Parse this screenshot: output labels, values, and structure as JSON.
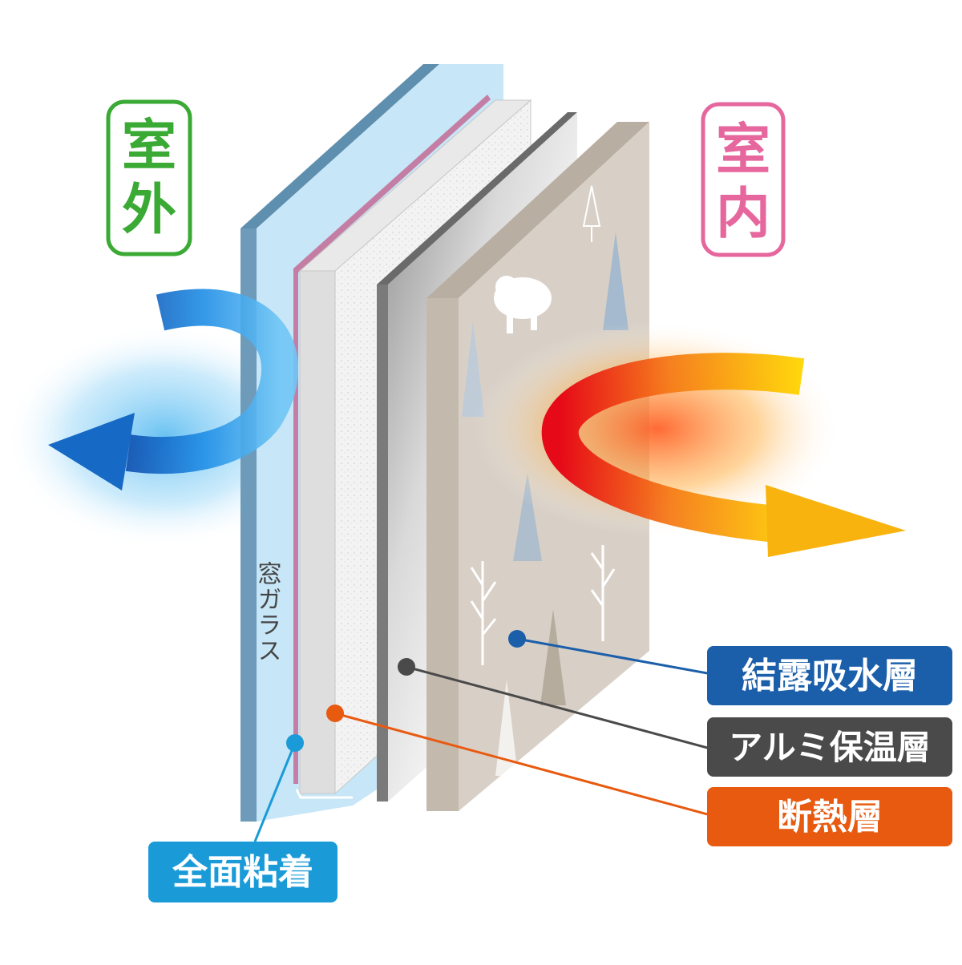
{
  "outdoor_label": "室外",
  "indoor_label": "室内",
  "glass_label": "窓ガラス",
  "callouts": {
    "condensation": "結露吸水層",
    "aluminum": "アルミ保温層",
    "insulation": "断熱層",
    "adhesive": "全面粘着"
  },
  "colors": {
    "outdoor": "#3aaa35",
    "indoor": "#e6679d",
    "condensation": "#1b5ea9",
    "aluminum": "#4a4a4a",
    "insulation": "#e85a10",
    "adhesive": "#1a9bd8",
    "cold_arrow": "#1669c4",
    "warm_arrow": "#f6a21a"
  }
}
